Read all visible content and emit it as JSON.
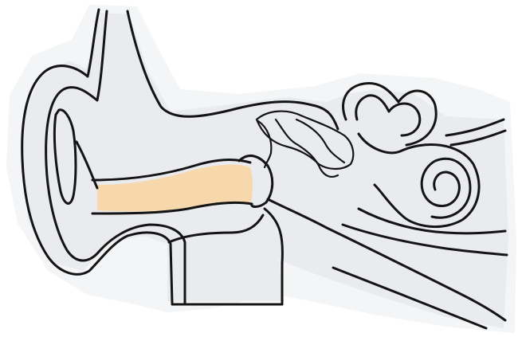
{
  "diagram": {
    "subject": "ear-cross-section",
    "colors": {
      "background": "#ffffff",
      "sheet": "#f4f5f6",
      "fill": "#e9ebee",
      "ear_canal": "#f7d7ac",
      "outline": "#141414"
    },
    "parts": [
      "outer-ear-pinna",
      "ear-canal",
      "eardrum",
      "ossicles",
      "semicircular-canals",
      "cochlea",
      "eustachian-tube",
      "auditory-nerve"
    ]
  }
}
